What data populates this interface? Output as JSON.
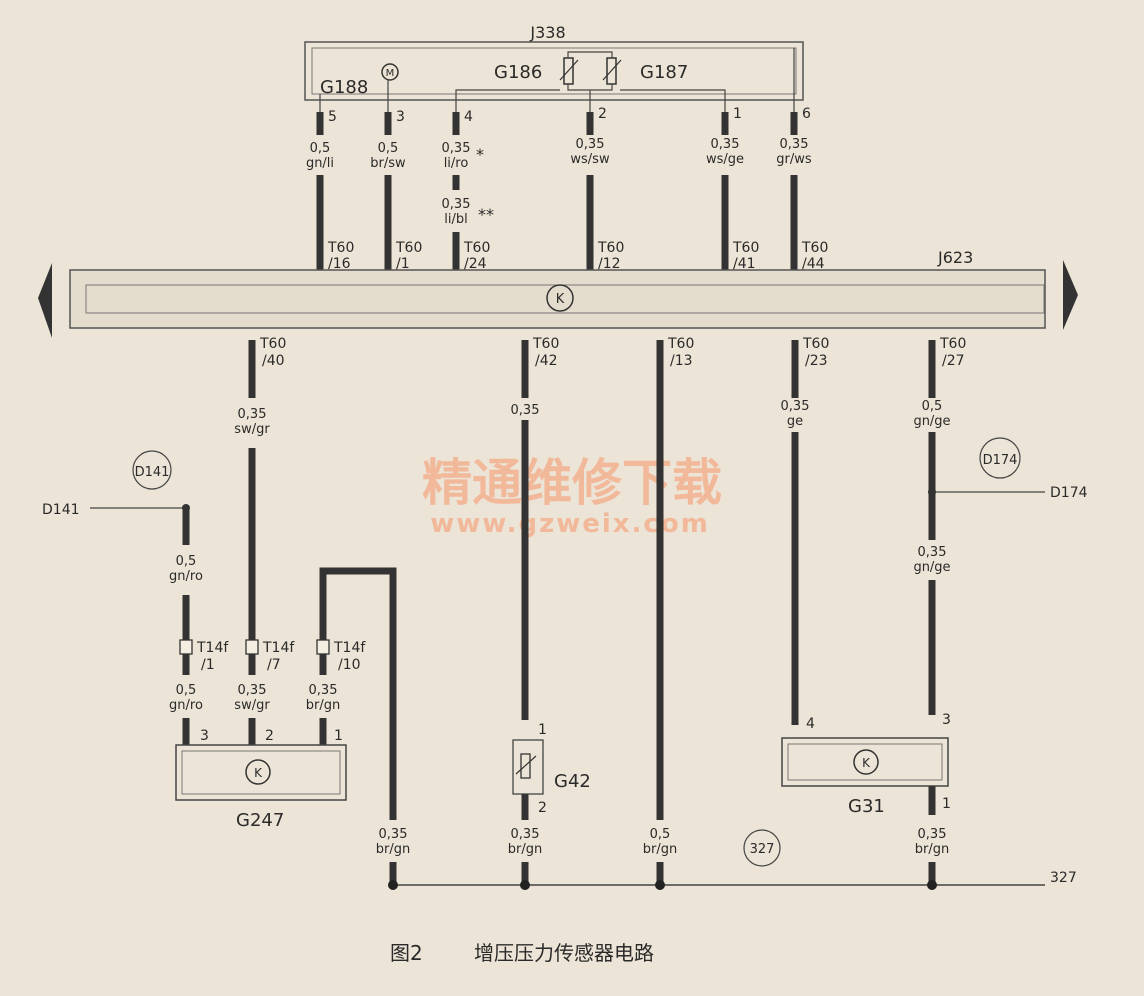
{
  "watermark": {
    "cn": "精通维修下载",
    "url": "www.gzweix.com"
  },
  "caption": {
    "fig": "图2",
    "title": "增压压力传感器电路"
  },
  "ecu": {
    "label": "J623",
    "symbol": "K"
  },
  "j338": {
    "label": "J338",
    "g188": "G188",
    "g186": "G186",
    "g187": "G187",
    "motor_symbol": "M"
  },
  "top_wires": [
    {
      "pin": "5",
      "gauge": "0,5",
      "color": "gn/li",
      "conn": "T60",
      "conn_pin": "/16"
    },
    {
      "pin": "3",
      "gauge": "0,5",
      "color": "br/sw",
      "conn": "T60",
      "conn_pin": "/1"
    },
    {
      "pin": "4",
      "gauge": "0,35",
      "color": "li/ro",
      "mark": "*",
      "gauge2": "0,35",
      "color2": "li/bl",
      "mark2": "**",
      "conn": "T60",
      "conn_pin": "/24"
    },
    {
      "pin": "2",
      "gauge": "0,35",
      "color": "ws/sw",
      "conn": "T60",
      "conn_pin": "/12"
    },
    {
      "pin": "1",
      "gauge": "0,35",
      "color": "ws/ge",
      "conn": "T60",
      "conn_pin": "/41"
    },
    {
      "pin": "6",
      "gauge": "0,35",
      "color": "gr/ws",
      "conn": "T60",
      "conn_pin": "/44"
    }
  ],
  "bottom_wires": [
    {
      "conn": "T60",
      "conn_pin": "/40",
      "gauge": "0,35",
      "color": "sw/gr"
    },
    {
      "conn": "T60",
      "conn_pin": "/42",
      "gauge": "0,35",
      "color": ""
    },
    {
      "conn": "T60",
      "conn_pin": "/13",
      "gauge": "",
      "color": ""
    },
    {
      "conn": "T60",
      "conn_pin": "/23",
      "gauge": "0,35",
      "color": "ge"
    },
    {
      "conn": "T60",
      "conn_pin": "/27",
      "gauge": "0,5",
      "color": "gn/ge"
    }
  ],
  "d141": {
    "circle": "D141",
    "label": "D141",
    "gauge": "0,5",
    "color": "gn/ro"
  },
  "d174": {
    "circle": "D174",
    "label": "D174",
    "gauge": "0,35",
    "color": "gn/ge"
  },
  "t14f": [
    {
      "conn": "T14f",
      "pin": "/1",
      "gauge": "0,5",
      "color": "gn/ro",
      "sensor_pin": "3"
    },
    {
      "conn": "T14f",
      "pin": "/7",
      "gauge": "0,35",
      "color": "sw/gr",
      "sensor_pin": "2"
    },
    {
      "conn": "T14f",
      "pin": "/10",
      "gauge": "0,35",
      "color": "br/gn",
      "sensor_pin": "1"
    }
  ],
  "g247": {
    "label": "G247",
    "symbol": "K"
  },
  "g42": {
    "label": "G42",
    "pin_top": "1",
    "pin_bottom": "2"
  },
  "g31": {
    "label": "G31",
    "symbol": "K",
    "pin4": "4",
    "pin3": "3",
    "pin1": "1"
  },
  "ground": {
    "label": "327",
    "circle": "327",
    "wires": [
      {
        "gauge": "0,35",
        "color": "br/gn"
      },
      {
        "gauge": "0,35",
        "color": "br/gn"
      },
      {
        "gauge": "0,5",
        "color": "br/gn"
      },
      {
        "gauge": "0,35",
        "color": "br/gn"
      }
    ]
  }
}
